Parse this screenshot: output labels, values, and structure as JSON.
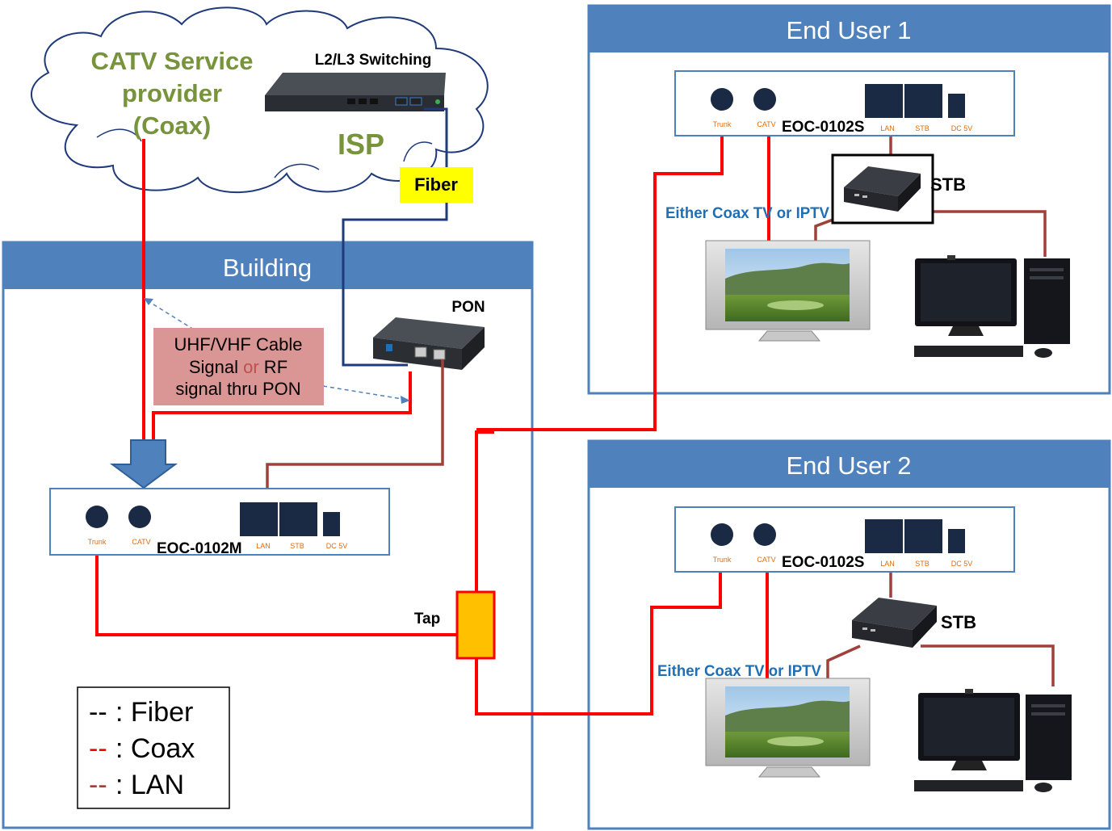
{
  "colors": {
    "fiber": "#1f3a7a",
    "coax": "#ff0000",
    "lan": "#a0403a",
    "panel_header": "#4f81bd",
    "catv_text": "#77933c",
    "either_text": "#1f6fb5",
    "fiber_label_bg": "#ffff00",
    "uhf_box_bg": "#d99694",
    "tap_fill": "#ffc000"
  },
  "cloud": {
    "catv_line1": "CATV Service",
    "catv_line2": "provider",
    "catv_line3": "(Coax)",
    "switch_label": "L2/L3 Switching",
    "isp_label": "ISP"
  },
  "fiber_label": "Fiber",
  "building": {
    "title": "Building",
    "pon_label": "PON",
    "uhf_line1": "UHF/VHF Cable",
    "uhf_line2a": "Signal ",
    "uhf_line2b": "or",
    "uhf_line2c": " RF",
    "uhf_line3": "signal thru PON",
    "eoc_model": "EOC-0102M",
    "tap_label": "Tap",
    "port_trunk": "Trunk",
    "port_catv": "CATV",
    "port_lan": "LAN",
    "port_stb": "STB",
    "port_dc": "DC  5V"
  },
  "legend": {
    "fiber_dash": "--",
    "fiber_text": ": Fiber",
    "coax_dash": "--",
    "coax_text": ": Coax",
    "lan_dash": "--",
    "lan_text": ": LAN"
  },
  "end_user_1": {
    "title": "End User 1",
    "eoc_model": "EOC-0102S",
    "stb_label": "STB",
    "either_label": "Either Coax TV or IPTV",
    "port_trunk": "Trunk",
    "port_catv": "CATV",
    "port_lan": "LAN",
    "port_stb": "STB",
    "port_dc": "DC  5V"
  },
  "end_user_2": {
    "title": "End User 2",
    "eoc_model": "EOC-0102S",
    "stb_label": "STB",
    "either_label": "Either Coax TV or IPTV",
    "port_trunk": "Trunk",
    "port_catv": "CATV",
    "port_lan": "LAN",
    "port_stb": "STB",
    "port_dc": "DC  5V"
  }
}
